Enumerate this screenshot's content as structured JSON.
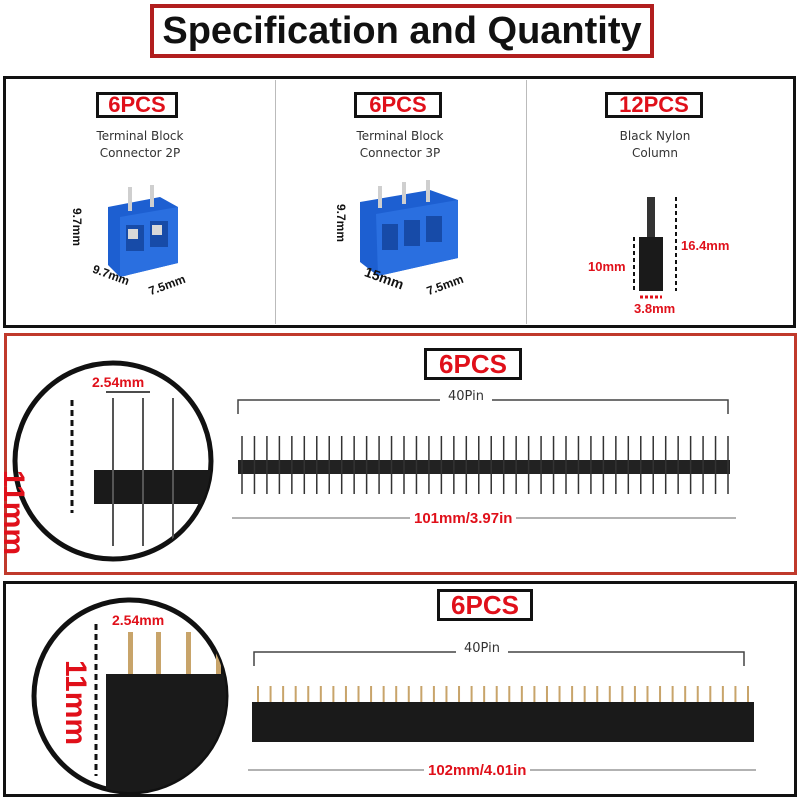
{
  "title": "Specification and Quantity",
  "top_items": [
    {
      "qty": "6PCS",
      "desc_line1": "Terminal Block",
      "desc_line2": "Connector 2P",
      "dim_height": "9.7mm",
      "dim_width": "9.7mm",
      "dim_depth": "7.5mm"
    },
    {
      "qty": "6PCS",
      "desc_line1": "Terminal Block",
      "desc_line2": "Connector 3P",
      "dim_height": "9.7mm",
      "dim_width": "15mm",
      "dim_depth": "7.5mm"
    },
    {
      "qty": "12PCS",
      "desc_line1": "Black Nylon",
      "desc_line2": "Column",
      "dim_height": "10mm",
      "dim_total": "16.4mm",
      "dim_width": "3.8mm"
    }
  ],
  "male_header": {
    "qty": "6PCS",
    "pin_count": "40Pin",
    "length": "101mm/3.97in",
    "pitch": "2.54mm",
    "height": "11mm"
  },
  "female_header": {
    "qty": "6PCS",
    "pin_count": "40Pin",
    "length": "102mm/4.01in",
    "pitch": "2.54mm",
    "height": "11mm"
  },
  "colors": {
    "accent_red": "#e0101a",
    "border_red": "#b11e1e",
    "connector_blue": "#1d5fd1"
  }
}
